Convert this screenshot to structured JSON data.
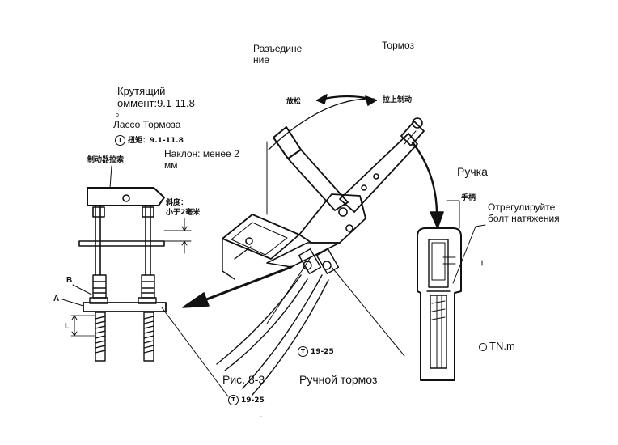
{
  "labels": {
    "disconnect": "Разъедине\nние",
    "brake": "Тормоз",
    "torque_ru": "Крутящий\nоммент:9.1-11.8",
    "lasso": "Лассо Тормоза",
    "release_cn": "放松",
    "pull_cn": "拉上制动",
    "torque_cn": "扭矩：9.1-11.8",
    "bracket_cn": "制动器拉索",
    "tilt_ru": "Наклон: менее 2\nмм",
    "tilt_cn": "斜度：\n小于2毫米",
    "handle_ru": "Ручка",
    "handle_cn": "手柄",
    "adjust_ru": "Отрегулируйте\nболт натяжения",
    "label_b": "B",
    "label_a": "A",
    "label_l": "L",
    "tnm": "TN.m",
    "torque_mid": "19-25",
    "torque_bottom": "19-25",
    "fig_no": "Рис. 8-3",
    "fig_title": "Ручной тормоз"
  },
  "icons": {
    "torque": "T"
  }
}
